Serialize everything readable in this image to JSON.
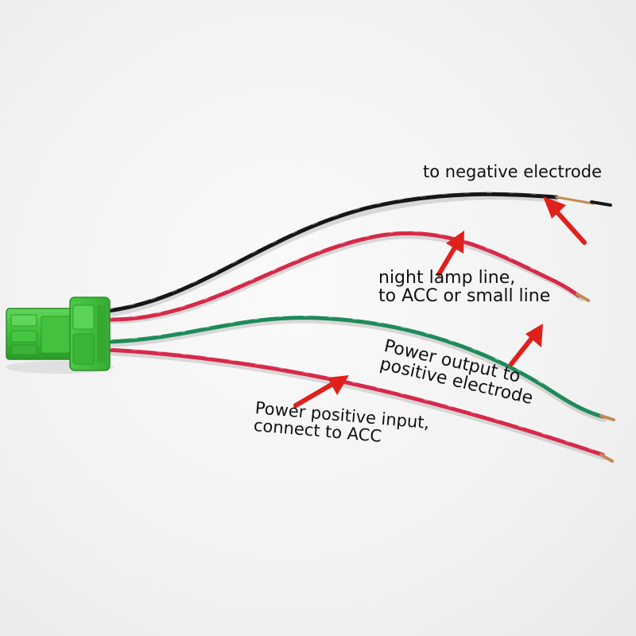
{
  "labels": {
    "negative": "to negative electrode",
    "night_lamp": [
      "night lamp line,",
      "to ACC or small line"
    ],
    "power_output": [
      "Power output to",
      "positive electrode"
    ],
    "power_input": [
      "Power positive input,",
      "connect to ACC"
    ]
  },
  "colors": {
    "connector": "#3fbf3a",
    "wire_black": "#161616",
    "wire_red": "#d62a4a",
    "wire_green": "#1f8a5a",
    "arrow": "#e0201a",
    "text": "#111111"
  },
  "objects": {
    "connector": "green-4-pin-connector",
    "wires": [
      "black-wire",
      "red-wire-night-lamp",
      "green-wire",
      "red-wire-power-input"
    ]
  }
}
